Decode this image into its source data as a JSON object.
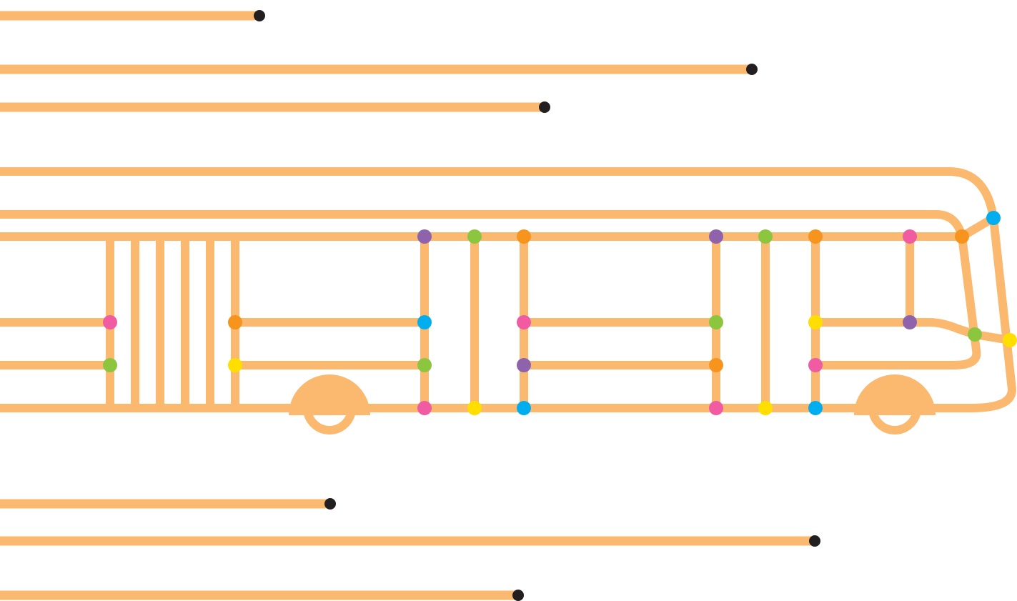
{
  "colors": {
    "background": "#ffffff",
    "line": "#fbb970",
    "endpoint": "#231f20",
    "pink": "#f05ba1",
    "green": "#8cc63f",
    "orange": "#f7941d",
    "purple": "#8e63ac",
    "blue": "#00aeef",
    "yellow": "#ffde00"
  },
  "illustration": {
    "subject": "bus",
    "style": "transit-map lines",
    "speed_line_count": 6,
    "wheel_count": 2
  }
}
